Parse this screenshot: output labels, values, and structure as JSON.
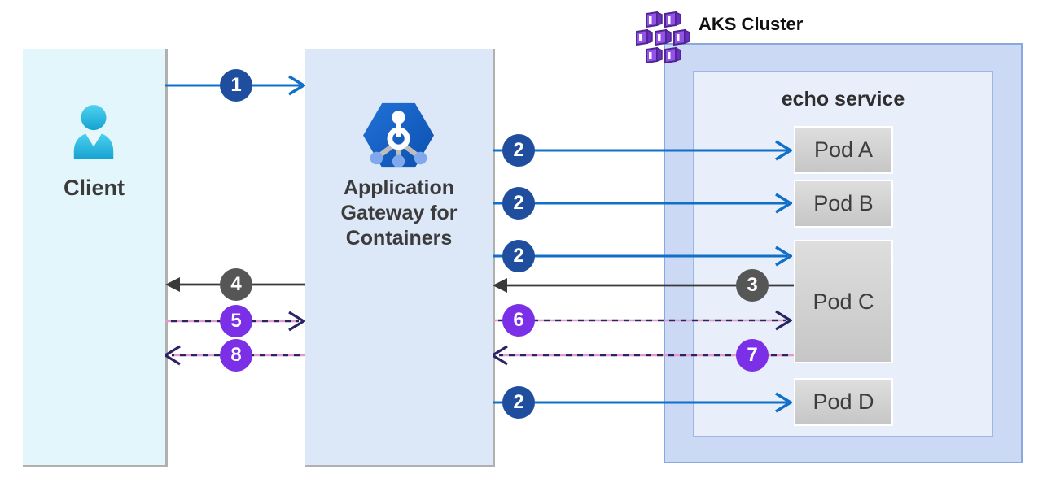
{
  "client": {
    "label": "Client"
  },
  "gateway": {
    "lines": [
      "Application",
      "Gateway for",
      "Containers"
    ]
  },
  "cluster": {
    "label": "AKS Cluster",
    "echo_label": "echo service",
    "pods": [
      {
        "label": "Pod A"
      },
      {
        "label": "Pod B"
      },
      {
        "label": "Pod C"
      },
      {
        "label": "Pod D"
      }
    ]
  },
  "steps": {
    "s1": "1",
    "s2": "2",
    "s3": "3",
    "s4": "4",
    "s5": "5",
    "s6": "6",
    "s7": "7",
    "s8": "8"
  },
  "icons": {
    "client": "person-icon",
    "gateway": "application-gateway-for-containers-icon",
    "aks": "container-cluster-icon"
  },
  "colors": {
    "client_box": "#e2f6fb",
    "gateway_box": "#dce8f8",
    "aks_box": "#ccd9f4",
    "echo_box": "#e8eefa",
    "pod_fill": "#d2d2d2",
    "blue_arrow": "#1070c8",
    "navy_badge": "#1f4e9e",
    "gray_badge": "#565656",
    "purple_badge": "#7b2fe6",
    "black_arrow": "#3a3a3a",
    "dash_navy": "#2c2363",
    "dash_pink": "#e39ac9",
    "icon_purple": "#8a4fe0",
    "icon_cyan": "#2cb9e0"
  }
}
